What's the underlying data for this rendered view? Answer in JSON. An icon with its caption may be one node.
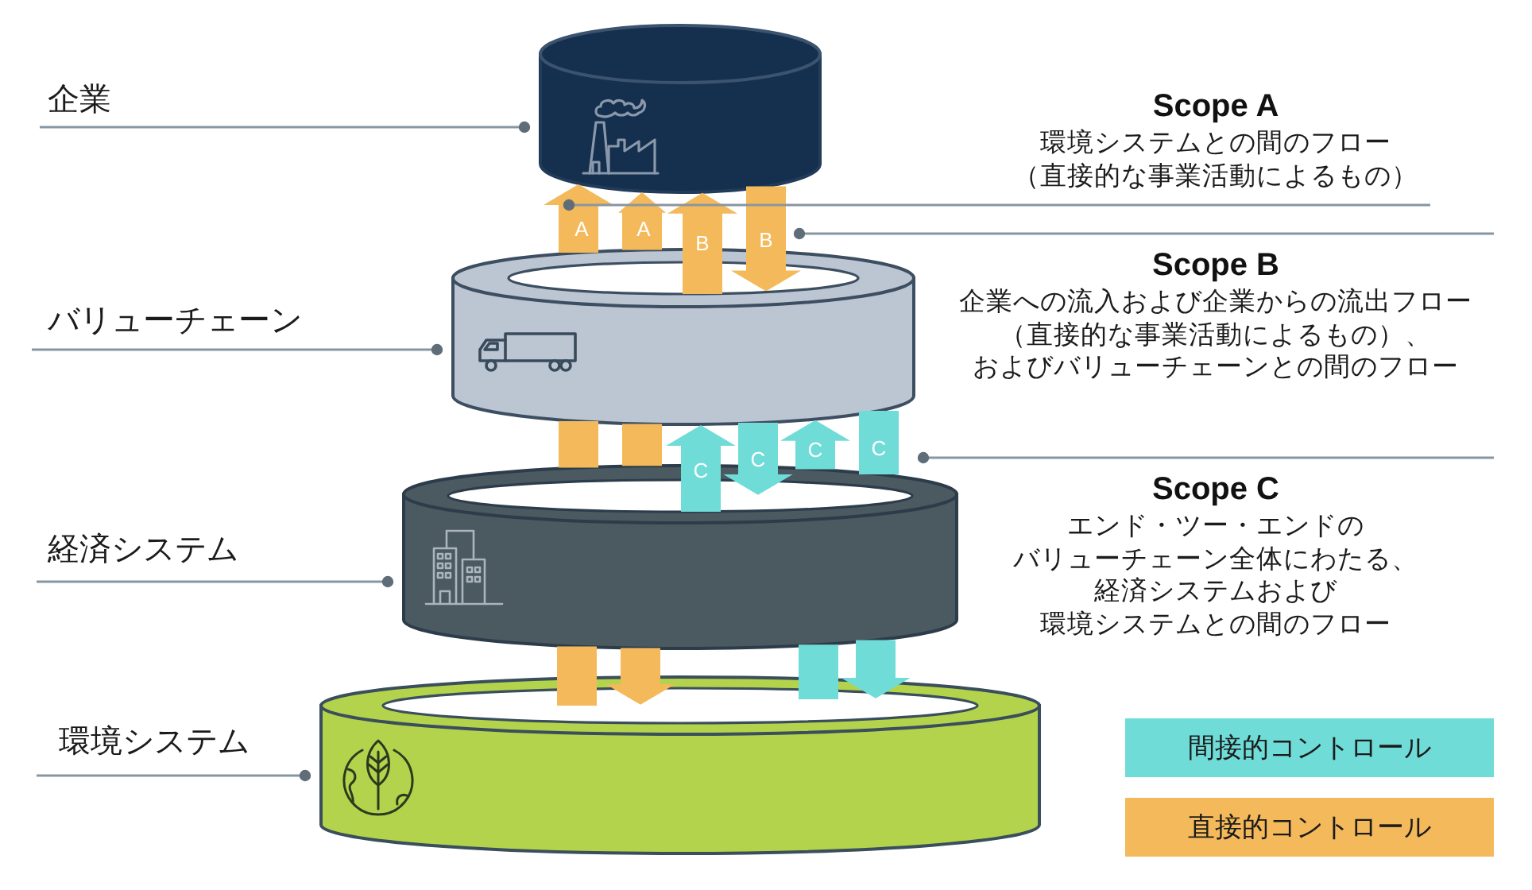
{
  "diagram": {
    "nodes": [
      {
        "text": [
          "企業"
        ]
      },
      {
        "text": [],
        "shape": "cylinder"
      },
      {
        "text": [
          "Scope A",
          "環境システムとの間のフロー（直接的な事業活動によるもの）"
        ]
      },
      {
        "text": [
          "バリューチェーン"
        ]
      },
      {
        "text": [],
        "shape": "cylinder"
      },
      {
        "text": [
          "Scope B",
          "企業への流入および企業からの流出フロー（直接的な事業活動によるもの）、およびバリューチェーンとの間のフロー"
        ]
      },
      {
        "text": [
          "経済システム"
        ]
      },
      {
        "text": [],
        "shape": "cylinder"
      },
      {
        "text": [
          "Scope C",
          "エンド・ツー・エンドのバリューチェーン全体にわたる、経済システムおよび環境システムとの間のフロー"
        ]
      },
      {
        "text": [
          "環境システム"
        ]
      },
      {
        "text": [],
        "shape": "cylinder"
      }
    ],
    "edges": [
      {
        "from": 0,
        "to": 1,
        "arrow": "other",
        "color": "#8896a1"
      },
      {
        "from": 3,
        "to": 4,
        "arrow": "other",
        "color": "#8896a1"
      },
      {
        "from": 6,
        "to": 7,
        "arrow": "other",
        "color": "#8896a1"
      },
      {
        "from": 9,
        "to": 10,
        "arrow": "other",
        "color": "#8896a1"
      },
      {
        "from": 2,
        "to": 1,
        "arrow": "other",
        "color": "#8896a1"
      },
      {
        "from": 5,
        "to": 4,
        "arrow": "other",
        "color": "#8896a1"
      },
      {
        "from": 8,
        "to": null,
        "arrow": "other",
        "color": "#8896a1"
      },
      {
        "from": 4,
        "to": 1,
        "arrow": "to",
        "label": "A",
        "color": "#f4b95a"
      },
      {
        "from": 4,
        "to": 1,
        "arrow": "to",
        "label": "A",
        "color": "#f4b95a"
      },
      {
        "from": 4,
        "to": 1,
        "arrow": "to",
        "label": "B",
        "color": "#f4b95a"
      },
      {
        "from": 1,
        "to": 4,
        "arrow": "to",
        "label": "B",
        "color": "#f4b95a"
      },
      {
        "from": 7,
        "to": 4,
        "arrow": "none",
        "color": "#f4b95a"
      },
      {
        "from": 7,
        "to": 4,
        "arrow": "none",
        "color": "#f4b95a"
      },
      {
        "from": 7,
        "to": 4,
        "arrow": "to",
        "label": "C",
        "color": "#6fdcd8"
      },
      {
        "from": 4,
        "to": 7,
        "arrow": "to",
        "label": "C",
        "color": "#6fdcd8"
      },
      {
        "from": 7,
        "to": 4,
        "arrow": "to",
        "label": "C",
        "color": "#6fdcd8"
      },
      {
        "from": 7,
        "to": 4,
        "arrow": "none",
        "label": "C",
        "color": "#6fdcd8"
      },
      {
        "from": 10,
        "to": 7,
        "arrow": "none",
        "color": "#f4b95a"
      },
      {
        "from": 7,
        "to": 10,
        "arrow": "to",
        "color": "#f4b95a"
      },
      {
        "from": 10,
        "to": 7,
        "arrow": "none",
        "color": "#6fdcd8"
      },
      {
        "from": 7,
        "to": 10,
        "arrow": "to",
        "color": "#6fdcd8"
      }
    ],
    "legend": [
      {
        "text": "間接的コントロール",
        "color": "#6fdcd8"
      },
      {
        "text": "直接的コントロール",
        "color": "#f4b95a"
      }
    ]
  }
}
